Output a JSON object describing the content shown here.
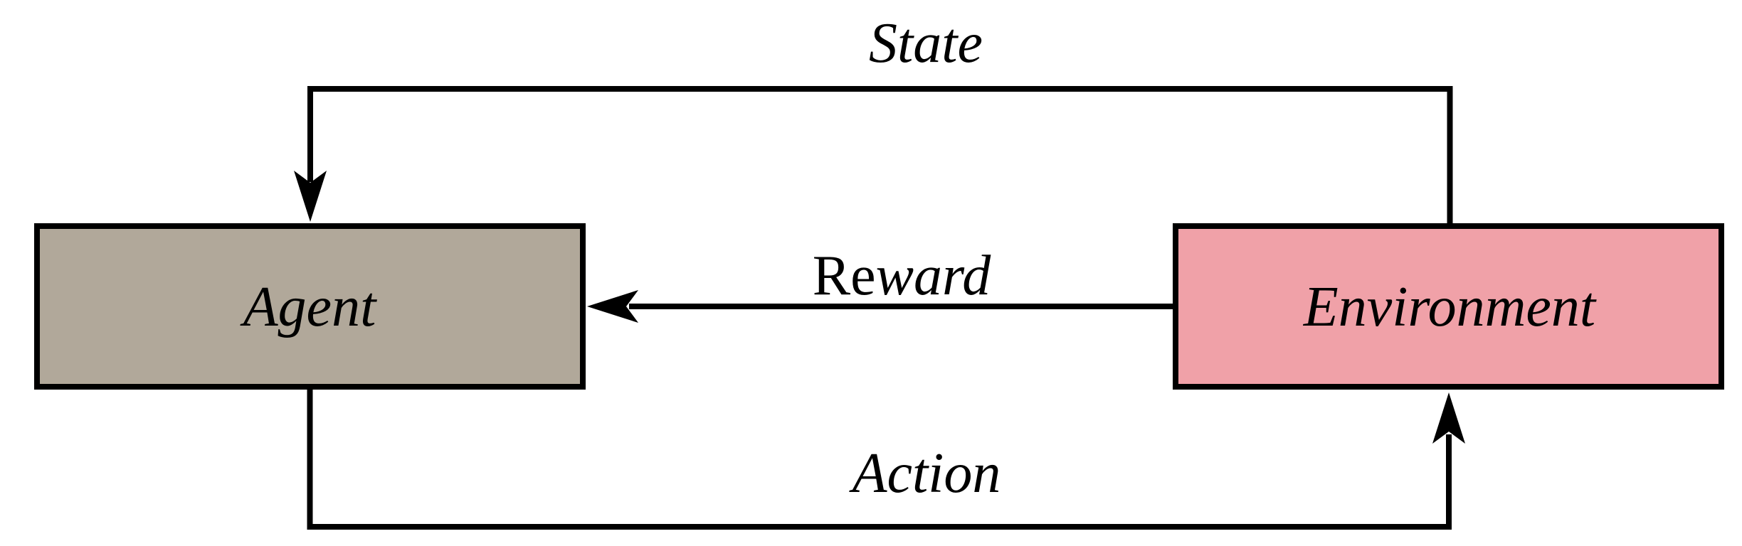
{
  "diagram": {
    "type": "flow-loop",
    "background": "#ffffff",
    "line_color": "#000000",
    "nodes": [
      {
        "id": "agent",
        "label": "Agent",
        "fill": "#b1a89a"
      },
      {
        "id": "environment",
        "label": "Environment",
        "fill": "#f0a1a8"
      }
    ],
    "edges": [
      {
        "id": "state",
        "label": "State",
        "from": "Environment",
        "to": "Agent"
      },
      {
        "id": "reward",
        "label": "Reward",
        "label_parts": {
          "roman": "Re",
          "italic": "ward"
        },
        "from": "Environment",
        "to": "Agent"
      },
      {
        "id": "action",
        "label": "Action",
        "from": "Agent",
        "to": "Environment"
      }
    ]
  }
}
